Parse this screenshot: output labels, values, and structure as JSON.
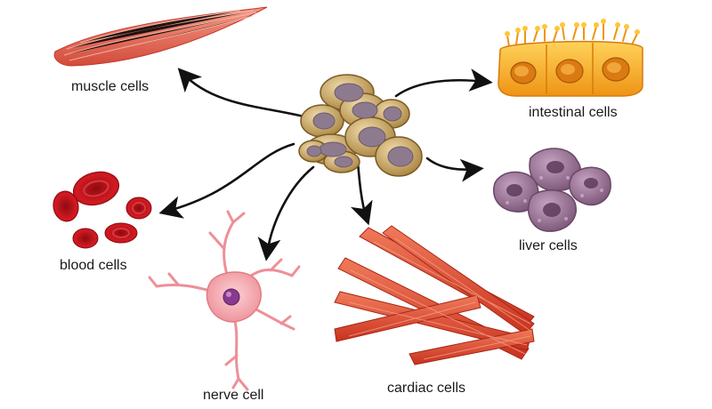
{
  "labels": {
    "muscle": "muscle cells",
    "intestinal": "intestinal cells",
    "liver": "liver cells",
    "blood": "blood cells",
    "nerve": "nerve cell",
    "cardiac": "cardiac cells"
  },
  "colors": {
    "arrow": "#111111",
    "stem_fill": "#c9a96a",
    "stem_nucleus": "#8e7a8e",
    "muscle": "#e0604e",
    "intestinal": "#f2a825",
    "liver": "#9b7396",
    "blood": "#c8141c",
    "nerve": "#f0a2a7",
    "nerve_nucleus": "#8a3a8e",
    "cardiac": "#d8432c"
  }
}
